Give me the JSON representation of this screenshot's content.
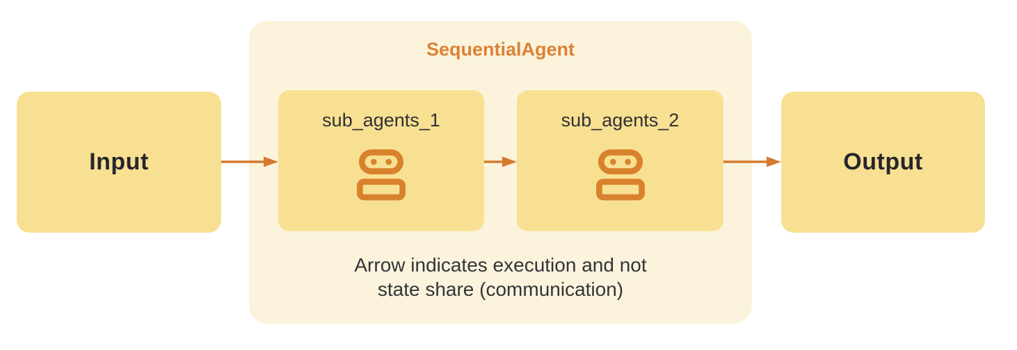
{
  "diagram": {
    "input": {
      "label": "Input"
    },
    "output": {
      "label": "Output"
    },
    "sequential_agent": {
      "title": "SequentialAgent",
      "sub_agents": [
        {
          "label": "sub_agents_1",
          "icon": "robot-icon"
        },
        {
          "label": "sub_agents_2",
          "icon": "robot-icon"
        }
      ],
      "caption_lines": [
        "Arrow indicates execution and not",
        "state share (communication)"
      ]
    },
    "arrows": [
      {
        "name": "input-to-sub-agents-1"
      },
      {
        "name": "sub-agents-1-to-sub-agents-2"
      },
      {
        "name": "sub-agents-2-to-output"
      }
    ],
    "colors": {
      "node_fill": "#F8E092",
      "group_fill": "#FBF3DC",
      "arrow": "#D5792E",
      "icon": "#D9822E",
      "title": "#DB8237",
      "node_text": "#26262B",
      "label_text": "#2F3135",
      "caption_text": "#333438",
      "background": "#FFFFFF"
    }
  }
}
